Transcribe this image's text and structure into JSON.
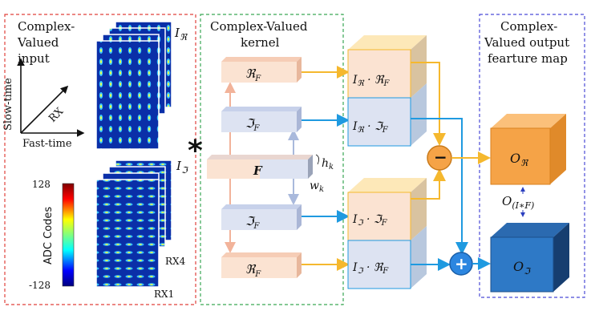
{
  "panels": {
    "input": {
      "title_line1": "Complex-",
      "title_line2": "Valued",
      "title_line3": "input",
      "axis_slow": "Slow-time",
      "axis_fast": "Fast-time",
      "axis_rx": "RX",
      "label_real": "I",
      "label_real_sub": "ℜ",
      "label_imag": "I",
      "label_imag_sub": "ℑ",
      "rx4": "RX4",
      "rx1": "RX1",
      "colorbar_label": "ADC Codes",
      "colorbar_max": "128",
      "colorbar_min": "-128",
      "border_color": "#e0413b"
    },
    "kernel": {
      "title_line1": "Complex-Valued",
      "title_line2": "kernel",
      "conv_symbol": "*",
      "f_label": "F",
      "hk_label": "h",
      "hk_sub": "k",
      "wk_label": "w",
      "wk_sub": "k",
      "real_block": "ℜ",
      "imag_block": "ℑ",
      "block_sub": "F",
      "border_color": "#3aa655"
    },
    "products": {
      "p1": "I",
      "p1_sub": "ℜ",
      "p1_op": "·",
      "p1_k": "ℜ",
      "p1_ksub": "F",
      "p2": "I",
      "p2_sub": "ℜ",
      "p2_op": "·",
      "p2_k": "ℑ",
      "p2_ksub": "F",
      "p3": "I",
      "p3_sub": "ℑ",
      "p3_op": "·",
      "p3_k": "ℑ",
      "p3_ksub": "F",
      "p4": "I",
      "p4_sub": "ℑ",
      "p4_op": "·",
      "p4_k": "ℜ",
      "p4_ksub": "F",
      "minus": "−",
      "plus": "+"
    },
    "output": {
      "title_line1": "Complex-",
      "title_line2": "Valued output",
      "title_line3": "fearture map",
      "o_real": "O",
      "o_real_sub": "ℜ",
      "o_imag": "O",
      "o_imag_sub": "ℑ",
      "o_conv": "O",
      "o_conv_sub": "(I∗F)",
      "border_color": "#4b4bd6"
    }
  },
  "colors": {
    "orange_arrow": "#f5b82e",
    "blue_arrow": "#1f9ae0",
    "peach_face": "#fbe3d2",
    "lavender_face": "#dde3f2",
    "cube_orange": "#f5a347",
    "cube_blue": "#2a6fb8"
  }
}
